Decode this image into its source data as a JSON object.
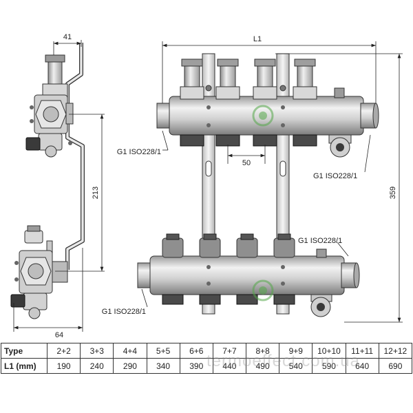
{
  "dimensions": {
    "side_width": "41",
    "side_bottom_width": "64",
    "center_height": "213",
    "total_width": "L1",
    "total_height": "359",
    "outlet_spacing": "50"
  },
  "callouts": {
    "upper_left": "G1  ISO228/1",
    "upper_right": "G1  ISO228/1",
    "lower_right": "G1  ISO228/1",
    "lower_left": "G1  ISO228/1"
  },
  "table": {
    "row_type_label": "Type",
    "row_l1_label": "L1 (mm)",
    "types": [
      "2+2",
      "3+3",
      "4+4",
      "5+5",
      "6+6",
      "7+7",
      "8+8",
      "9+9",
      "10+10",
      "11+11",
      "12+12"
    ],
    "l1_values": [
      "190",
      "240",
      "290",
      "340",
      "390",
      "440",
      "490",
      "540",
      "590",
      "640",
      "690"
    ]
  },
  "watermark": "termoeffect.com.ua",
  "colors": {
    "line": "#333333",
    "metal_light": "#e6e6e6",
    "metal_mid": "#bdbdbd",
    "metal_dark": "#8c8c8c",
    "dark_knob": "#3a3a3a",
    "logo_green": "#55a84a"
  }
}
